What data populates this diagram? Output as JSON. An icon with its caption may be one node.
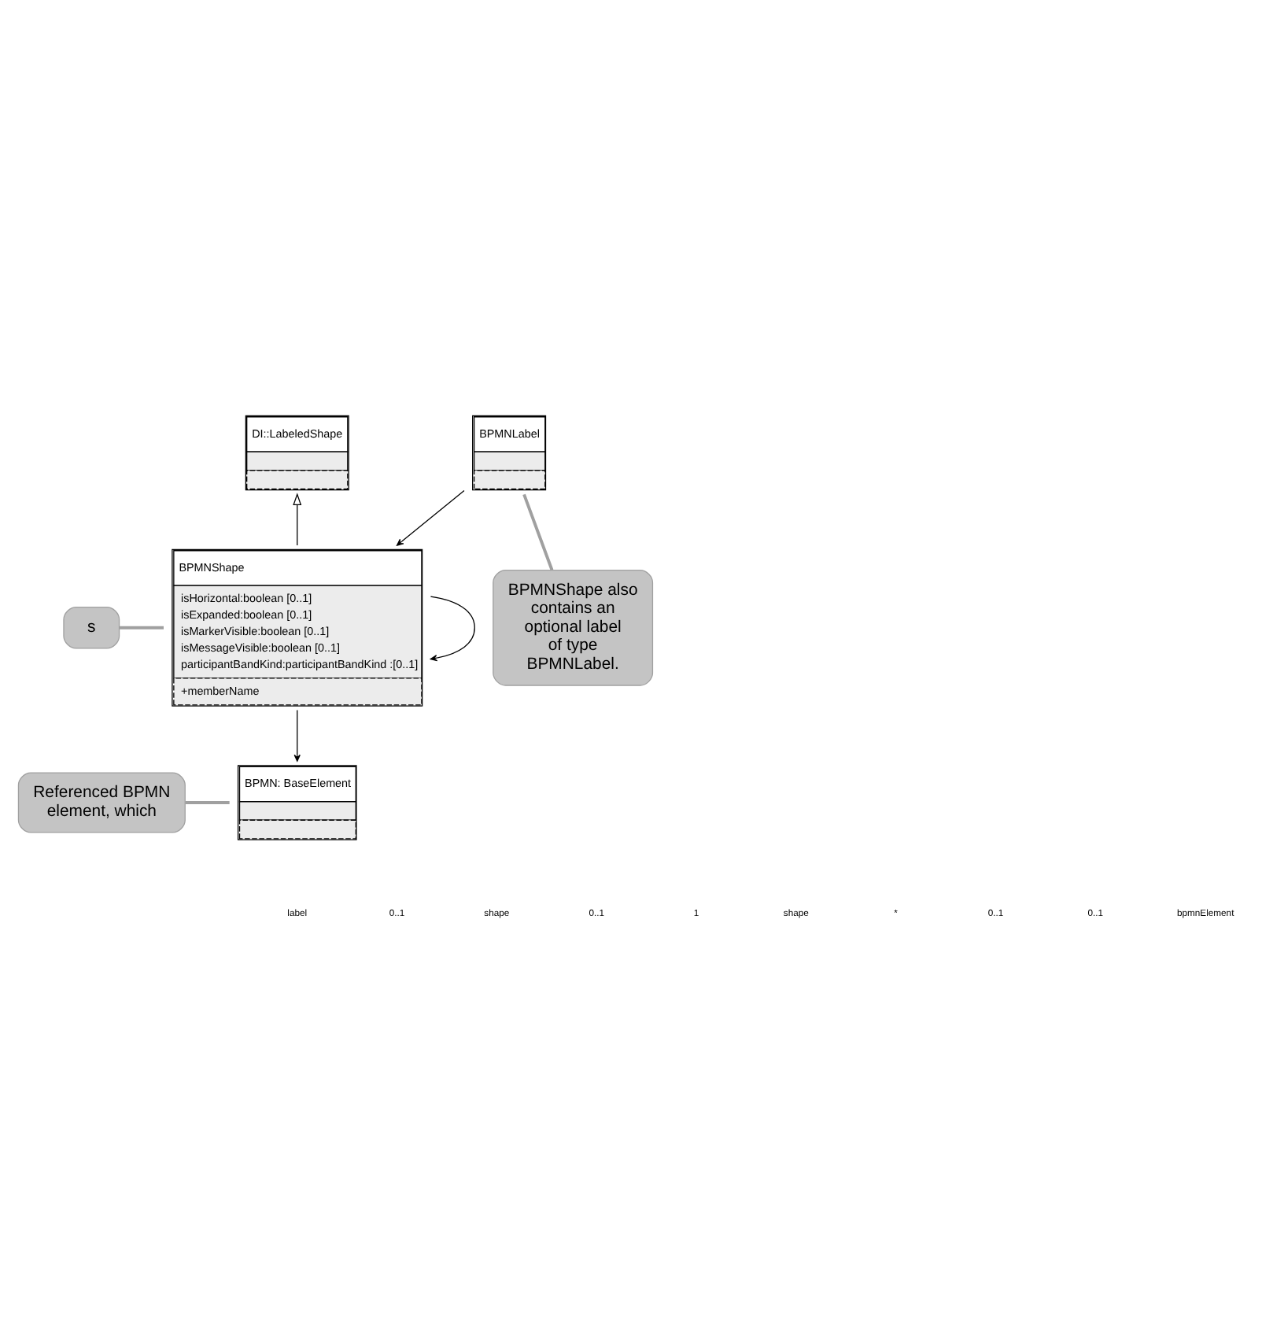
{
  "diagram": {
    "nodes": [
      {
        "text": [
          "DI::LabeledShape"
        ]
      },
      {
        "text": [
          "BPMNLabel"
        ]
      },
      {
        "text": [
          "BPMNShape",
          "isHorizontal:boolean [0..1]",
          "isExpanded:boolean [0..1]",
          "isMarkerVisible:boolean [0..1]",
          "isMessageVisible:boolean [0..1]",
          "participantBandKind:participantBandKind :[0..1]",
          "+memberName"
        ]
      },
      {
        "text": [
          "BPMN: BaseElement"
        ]
      },
      {
        "text": [
          "BPMNShape also contains an optional label of type BPMNLabel."
        ]
      },
      {
        "text": [
          "s"
        ]
      },
      {
        "text": [
          "Referenced BPMN element, which"
        ]
      }
    ],
    "edges": [
      {
        "from": 2,
        "to": 0,
        "arrow": "to"
      },
      {
        "from": 1,
        "to": 2,
        "arrow": "to"
      },
      {
        "from": 2,
        "to": 3,
        "arrow": "to"
      },
      {
        "from": 2,
        "to": 2,
        "arrow": "to"
      },
      {
        "from": 4,
        "to": 1,
        "arrow": "none",
        "color": "#a0a0a0"
      },
      {
        "from": 5,
        "to": 2,
        "arrow": "none",
        "color": "#a0a0a0"
      },
      {
        "from": 6,
        "to": 3,
        "arrow": "none",
        "color": "#a0a0a0"
      }
    ],
    "labels": [
      "label",
      "0..1",
      "shape",
      "0..1",
      "1",
      "shape",
      "*",
      "0..1",
      "0..1",
      "bpmnElement"
    ]
  }
}
